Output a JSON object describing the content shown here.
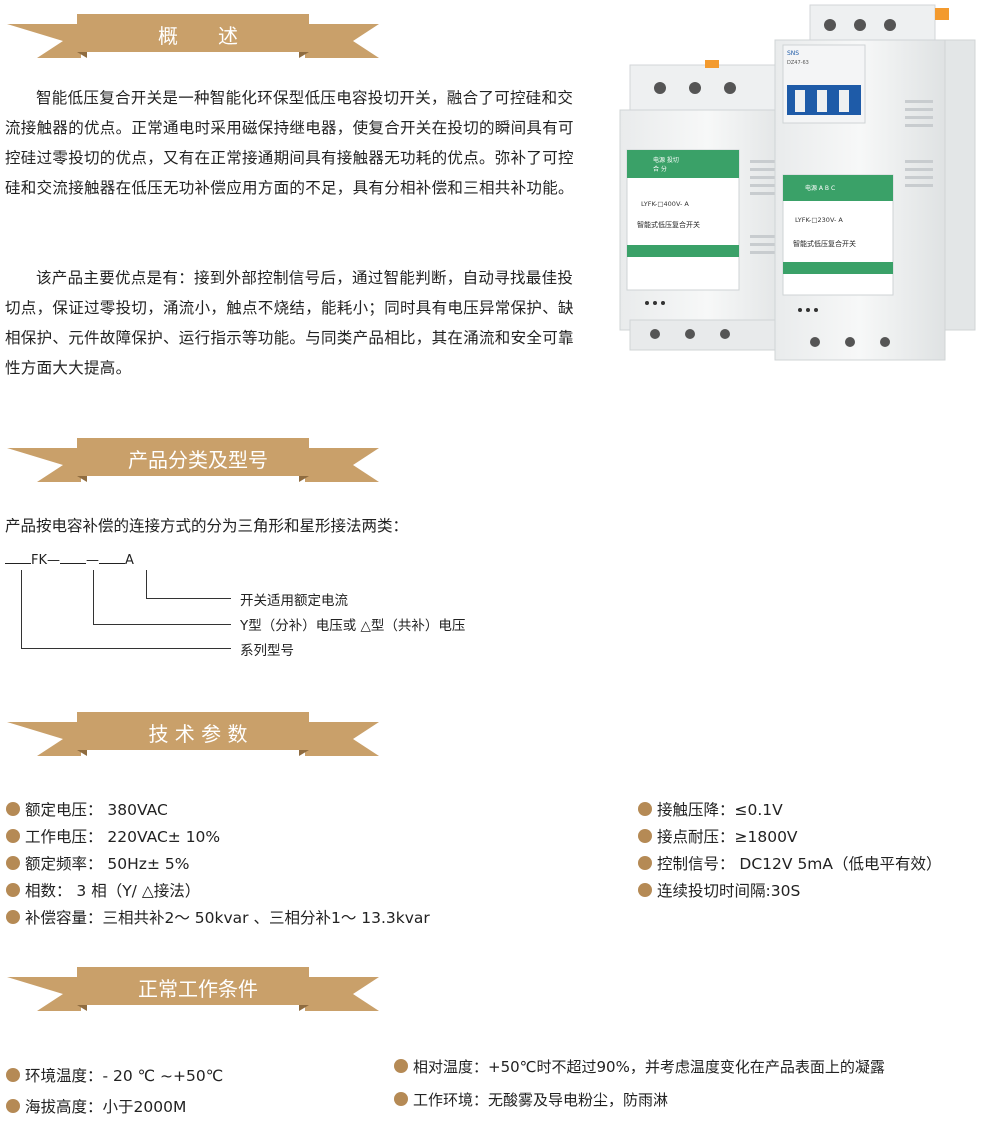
{
  "sections": {
    "overview": "概　　述",
    "classification": "产品分类及型号",
    "tech": "技 术 参 数",
    "conditions": "正常工作条件"
  },
  "overview": {
    "p1": "智能低压复合开关是一种智能化环保型低压电容投切开关，融合了可控硅和交流接触器的优点。正常通电时采用磁保持继电器，使复合开关在投切的瞬间具有可控硅过零投切的优点，又有在正常接通期间具有接触器无功耗的优点。弥补了可控硅和交流接触器在低压无功补偿应用方面的不足，具有分相补偿和三相共补功能。",
    "p2": "该产品主要优点是有：接到外部控制信号后，通过智能判断，自动寻找最佳投切点，保证过零投切，涌流小，触点不烧结，能耗小；同时具有电压异常保护、缺相保护、元件故障保护、运行指示等功能。与同类产品相比，其在涌流和安全可靠性方面大大提高。"
  },
  "classification": {
    "intro": "产品按电容补偿的连接方式的分为三角形和星形接法两类：",
    "code_fk": "FK",
    "code_dash": "—",
    "code_a": "A",
    "label_current": "开关适用额定电流",
    "label_voltage": "Y型（分补）电压或 △型（共补）电压",
    "label_series": "系列型号"
  },
  "tech_left": [
    "额定电压：  380VAC",
    "工作电压：  220VAC± 10%",
    "额定频率：  50Hz± 5%",
    "相数：  3 相（Y/ △接法）",
    "补偿容量：三相共补2～ 50kvar 、三相分补1～ 13.3kvar"
  ],
  "tech_right": [
    "接触压降：≤0.1V",
    "接点耐压：≥1800V",
    "控制信号：  DC12V 5mA（低电平有效）",
    "连续投切时间隔:30S"
  ],
  "conditions_left": [
    "环境温度：- 20 ℃ ~+50℃",
    "海拔高度：小于2000M"
  ],
  "conditions_right": [
    "相对温度：+50℃时不超过90%，并考虑温度变化在产品表面上的凝露",
    "工作环境：无酸雾及导电粉尘，防雨淋"
  ],
  "product": {
    "left_model": "LYFK-□400V-  A",
    "left_name": "智能式低压复合开关",
    "left_top": "电源  投切",
    "left_top2": "合  分",
    "right_model": "LYFK-□230V-  A",
    "right_name": "智能式低压复合开关",
    "right_top": "电源 A  B  C",
    "breaker_brand": "SNS",
    "breaker_model": "DZ47-63"
  },
  "colors": {
    "banner": "#c9a06a",
    "dot": "#b58a55",
    "panel_green": "#3aa168"
  }
}
